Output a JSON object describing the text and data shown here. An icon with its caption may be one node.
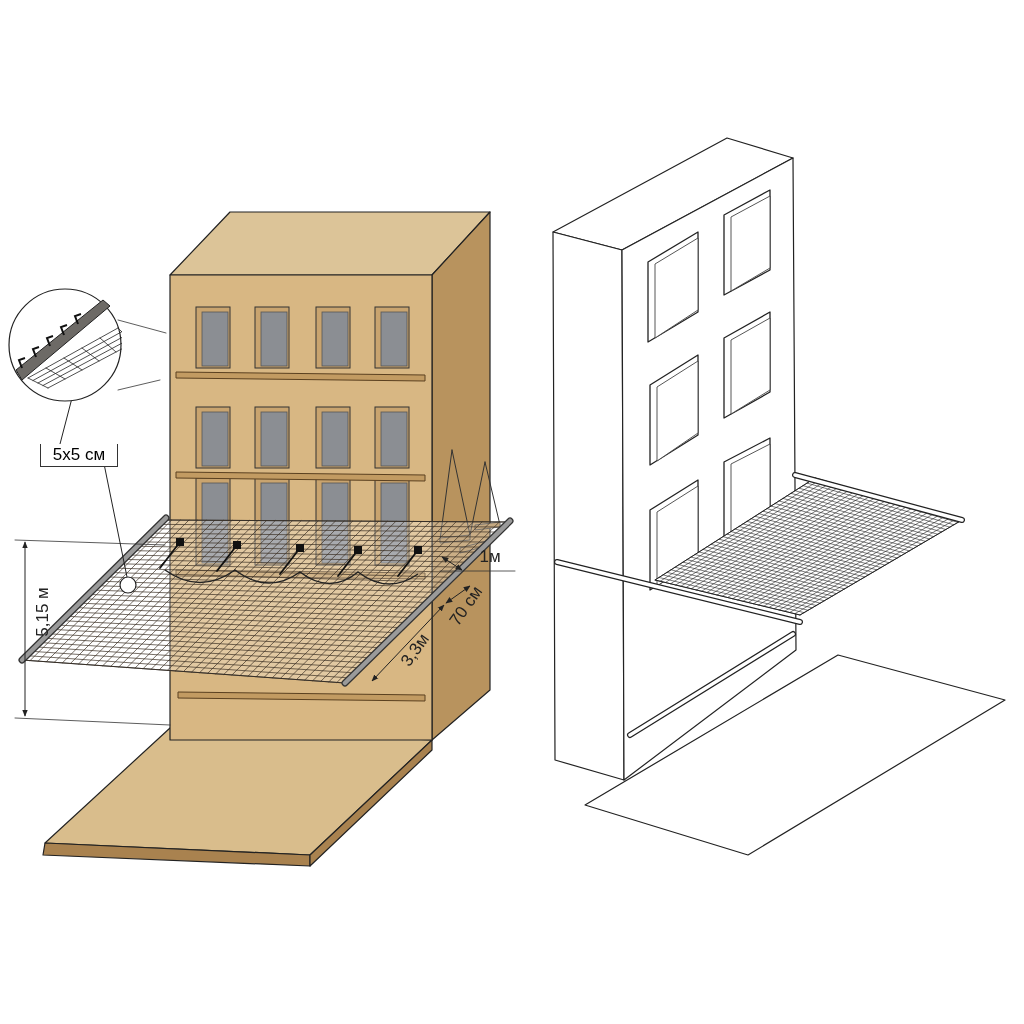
{
  "diagram": {
    "nodes": [
      {
        "text": [
          "5x5 см"
        ]
      },
      {
        "text": [],
        "shape": "circle"
      },
      {
        "text": [],
        "shape": "circle"
      }
    ],
    "edges": [
      {
        "from": 0,
        "to": 1,
        "arrow": "none"
      },
      {
        "from": 0,
        "to": 2,
        "arrow": "none"
      }
    ],
    "labels": [
      "5,15 м",
      "1м",
      "70 см",
      "3,3м"
    ]
  }
}
